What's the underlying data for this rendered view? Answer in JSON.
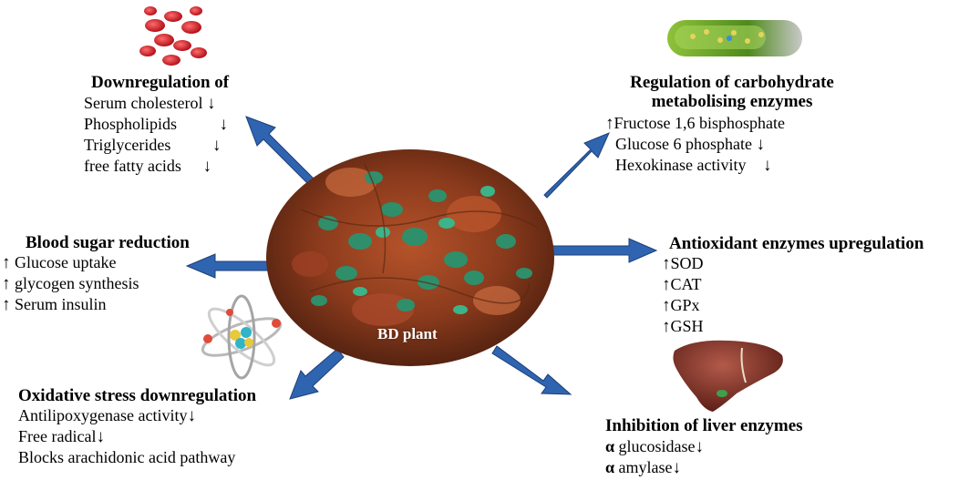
{
  "center": {
    "label": "BD plant"
  },
  "lipid": {
    "heading": "Downregulation of",
    "items": [
      "Serum cholesterol",
      "Phospholipids",
      "Triglycerides",
      "free fatty acids"
    ]
  },
  "carb": {
    "heading_line1": "Regulation of carbohydrate",
    "heading_line2": "metabolising enzymes",
    "items": [
      "Fructose 1,6 bisphosphate",
      "Glucose 6 phosphate",
      "Hexokinase activity"
    ]
  },
  "sugar": {
    "heading": "Blood sugar reduction",
    "items": [
      "Glucose uptake",
      "glycogen synthesis",
      "Serum insulin"
    ]
  },
  "antioxidant": {
    "heading": "Antioxidant enzymes upregulation",
    "items": [
      "SOD",
      "CAT",
      "GPx",
      "GSH"
    ]
  },
  "oxidative": {
    "heading": "Oxidative stress downregulation",
    "items": [
      "Antilipoxygenase activity",
      "Free radical",
      "Blocks arachidonic acid pathway"
    ]
  },
  "liver": {
    "heading": "Inhibition of liver enzymes",
    "alpha": "α",
    "items": [
      "glucosidase",
      "amylase"
    ]
  },
  "symbols": {
    "up": "↑",
    "down": "↓"
  },
  "colors": {
    "arrow": "#2f64b0",
    "arrow_edge": "#1d3f78",
    "plant_soil": "#8a3a1c",
    "leaf": "#2f8f6a"
  }
}
